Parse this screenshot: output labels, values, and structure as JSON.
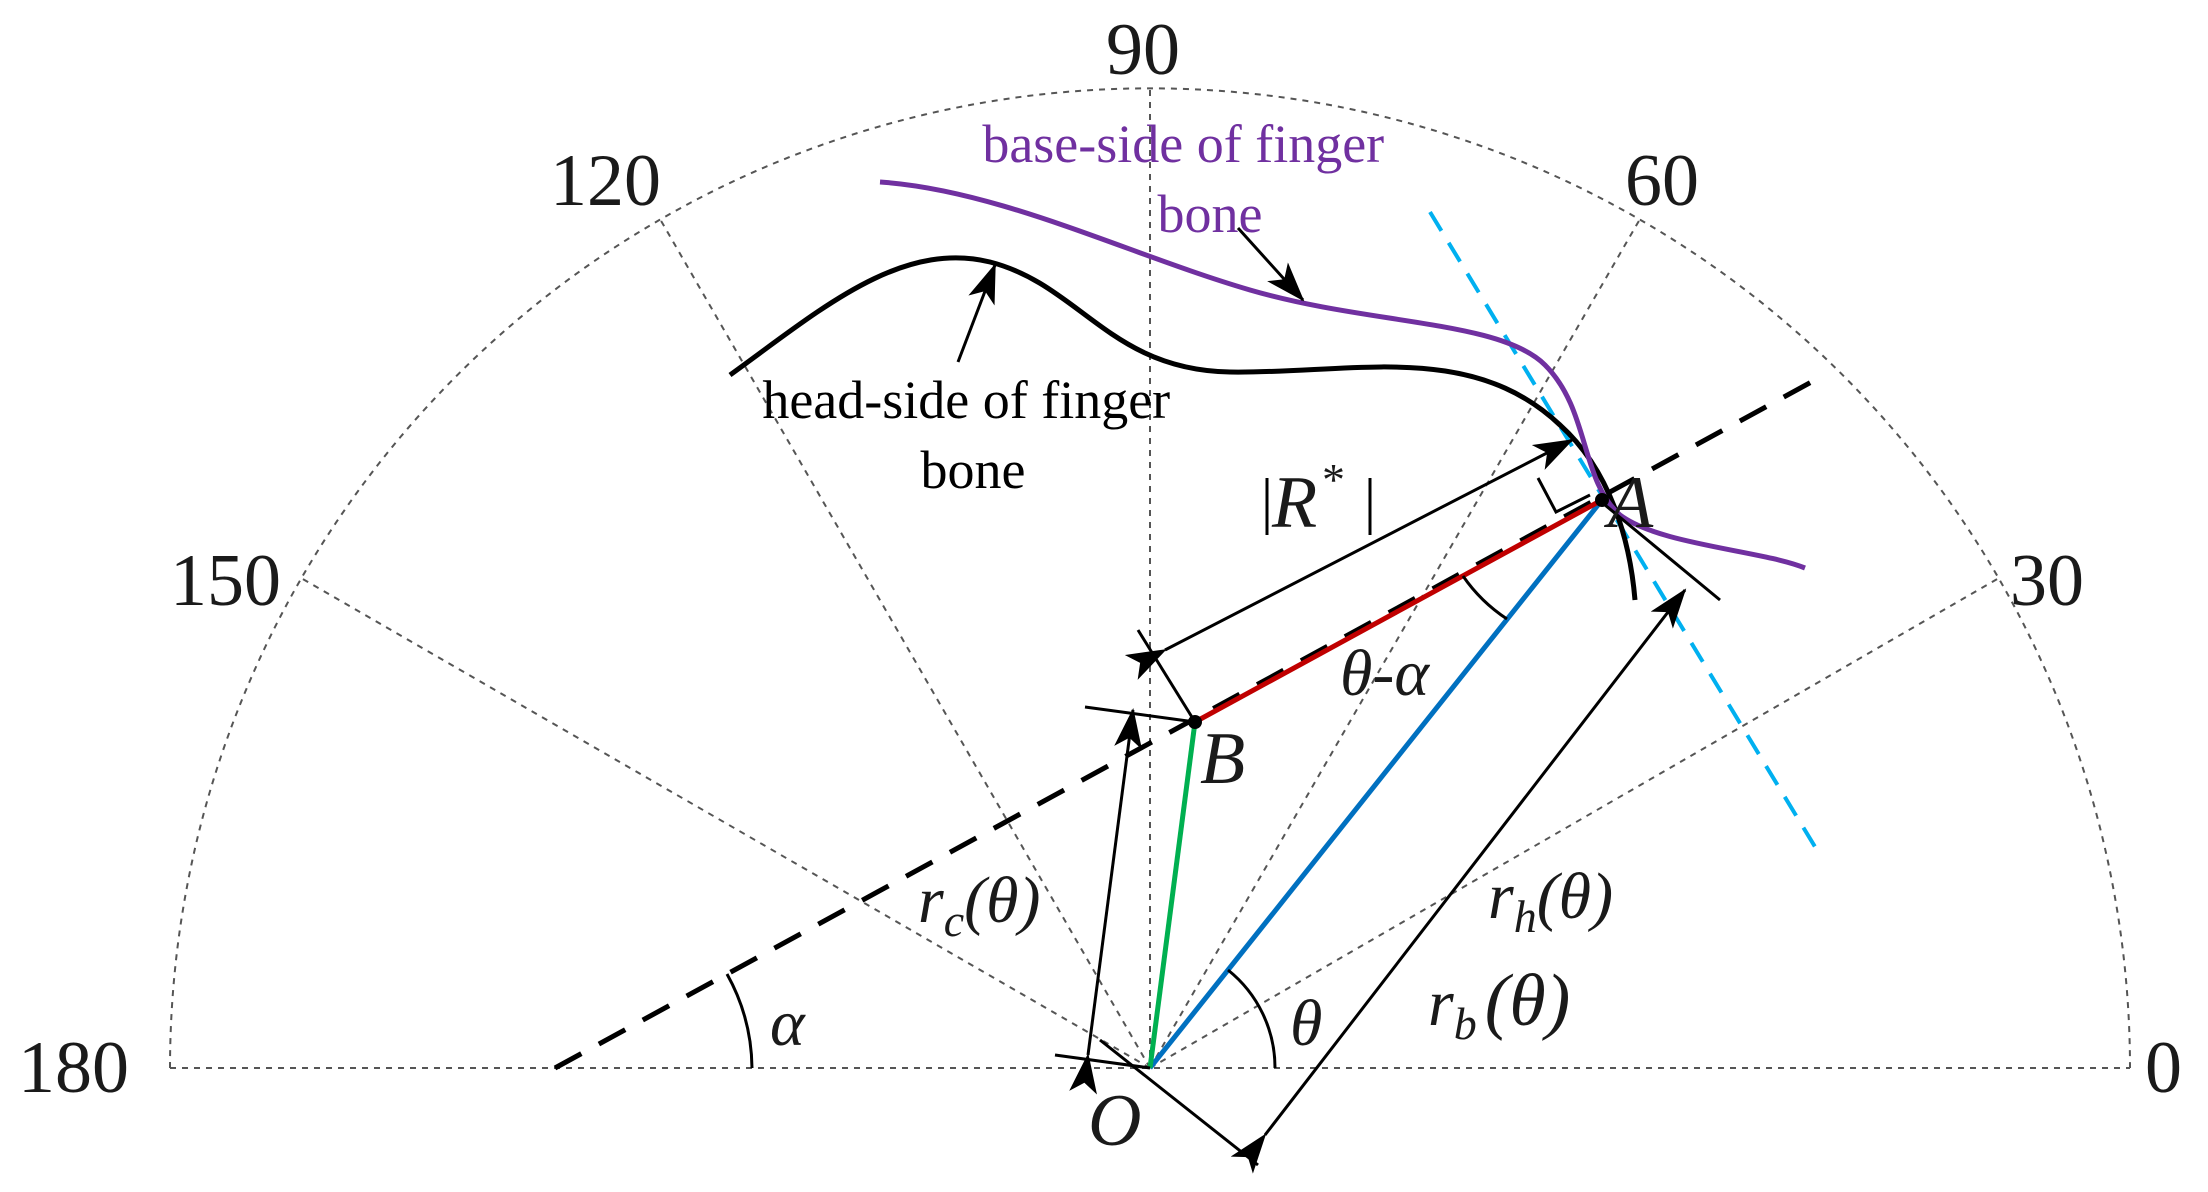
{
  "angle_ticks": [
    "0",
    "30",
    "60",
    "90",
    "120",
    "150",
    "180"
  ],
  "annotations": {
    "base_side_line1": "base-side of finger",
    "base_side_line2": "bone",
    "head_side_line1": "head-side of finger",
    "head_side_line2": "bone"
  },
  "points": {
    "O": "O",
    "A": "A",
    "B": "B"
  },
  "symbols": {
    "R_abs": "R",
    "R_star": "*",
    "theta_minus_alpha": "θ-α",
    "theta": "θ",
    "alpha": "α",
    "r_c_main": "r",
    "r_c_sub": "c",
    "r_c_arg": "(θ)",
    "r_h_main": "r",
    "r_h_sub": "h",
    "r_h_arg": "(θ)",
    "r_b_main": "r",
    "r_b_sub": "b",
    "r_b_arg": "(θ)"
  },
  "colors": {
    "base_curve": "#7030a0",
    "head_curve": "#000000",
    "OA_line": "#0070c0",
    "AB_line": "#c00000",
    "OB_line": "#00b050",
    "tangent_line": "#00b0f0",
    "base_label": "#7030a0"
  }
}
